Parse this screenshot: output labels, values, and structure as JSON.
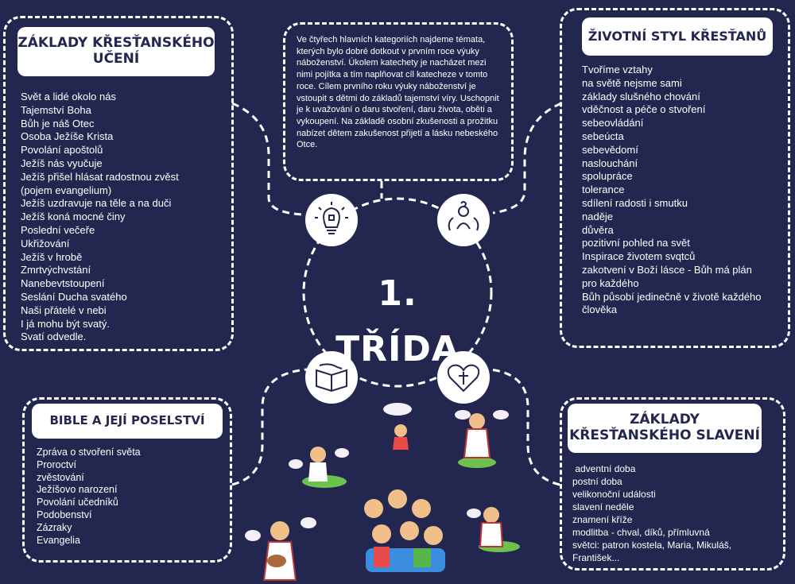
{
  "intro_text": "Ve čtyřech hlavních kategoriích najdeme témata, kterých bylo dobré dotkout v prvním roce výuky náboženství. Úkolem katechety je nacházet mezi nimi pojítka a tím naplňovat cíl katecheze v tomto roce. Cílem prvního roku výuky náboženství je vstoupit s dětmi do základů tajemství víry. Uschopnit je k uvažování o daru stvoření, daru života, oběti a vykoupení. Na základě osobní zkušenosti a prožitku nabízet dětem zakušenost přijetí a lásku nebeského Otce.",
  "center_title": "1. TŘÍDA",
  "colors": {
    "background": "#232750",
    "text": "#ffffff",
    "pill": "#ffffff",
    "pill_text": "#232750"
  },
  "icons": [
    "lightbulb-puzzle-icon",
    "thinking-person-icon",
    "bible-hand-icon",
    "heart-cross-icon"
  ],
  "sections": {
    "zaklady_uceni": {
      "title": "ZÁKLADY KŘESŤANSKÉHO UČENÍ",
      "items": [
        "Svět a lidé okolo nás",
        "Tajemství Boha",
        "Bůh je náš Otec",
        "Osoba Ježíše Krista",
        "Povolání apoštolů",
        "Ježíš nás vyučuje",
        "Ježíš přišel hlásat radostnou zvěst",
        "(pojem evangelium)",
        "Ježíš uzdravuje na těle a na duči",
        "Ježíš koná mocné činy",
        "Poslední večeře",
        "Ukřižování",
        "Ježíš v hrobě",
        "Zmrtvýchvstání",
        "Nanebevtstoupení",
        "Seslání Ducha svatého",
        "Naši přátelé v nebi",
        "I já mohu být svatý.",
        "Svatí odvedle."
      ]
    },
    "zivotni_styl": {
      "title": "ŽIVOTNÍ STYL KŘESŤANŮ",
      "items": [
        "Tvoříme vztahy",
        "na světě nejsme sami",
        "základy slušného chování",
        "vděčnost a péče o stvoření",
        "sebeovládání",
        "sebeúcta",
        "sebevědomí",
        "naslouchání",
        "spolupráce",
        "tolerance",
        "sdílení radosti i smutku",
        "naděje",
        "důvěra",
        "pozitivní pohled na svět",
        "Inspirace životem svqtců",
        "zakotvení v Boží lásce - Bůh má plán",
        "pro každého",
        "Bůh působí jedinečně v životě každého",
        "člověka"
      ]
    },
    "bible": {
      "title": "BIBLE A JEJÍ POSELSTVÍ",
      "items": [
        "Zpráva o stvoření světa",
        "Proroctví",
        "zvěstování",
        "Ježíšovo narození",
        "Povolání učedníků",
        "Podobenství",
        "Zázraky",
        "Evangelia"
      ]
    },
    "zaklady_slaveni": {
      "title": "ZÁKLADY KŘESŤANSKÉHO SLAVENÍ",
      "items": [
        " adventní doba",
        "postní doba",
        "velikonoční události",
        "slavení neděle",
        "znamení kříže",
        "modlitba - chval, díků, přímluvná",
        "světci: patron kostela, Maria, Mikuláš,",
        "František..."
      ]
    }
  }
}
